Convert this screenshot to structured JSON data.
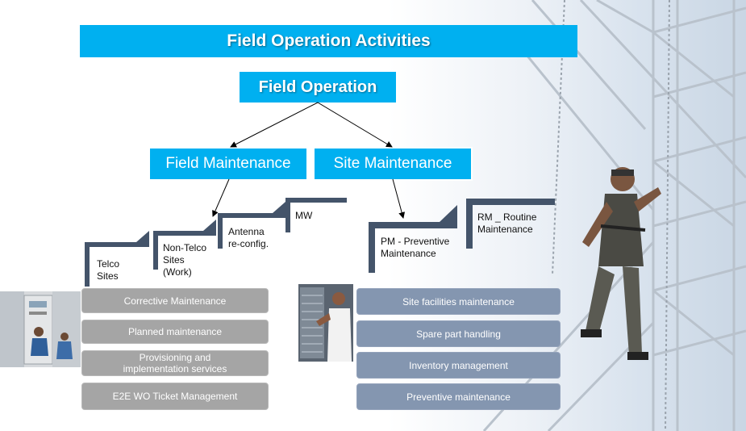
{
  "title": "Field Operation Activities",
  "root": "Field Operation",
  "branches": {
    "field": "Field Maintenance",
    "site": "Site Maintenance"
  },
  "field_categories": [
    {
      "label": "Telco\nSites"
    },
    {
      "label": "Non-Telco\nSites\n(Work)"
    },
    {
      "label": "Antenna\nre-config."
    },
    {
      "label": "MW"
    }
  ],
  "site_categories": [
    {
      "label": "PM - Preventive\nMaintenance"
    },
    {
      "label": "RM _ Routine\nMaintenance"
    }
  ],
  "field_activities": [
    "Corrective Maintenance",
    "Planned maintenance",
    "Provisioning  and\nimplementation services",
    "E2E WO Ticket Management"
  ],
  "site_activities": [
    "Site facilities maintenance",
    "Spare part handling",
    "Inventory management",
    "Preventive maintenance"
  ],
  "colors": {
    "accent": "#00b0f0",
    "field_pill": "#a5a5a5",
    "site_pill": "#8496b0",
    "bracket": "#44546a"
  }
}
